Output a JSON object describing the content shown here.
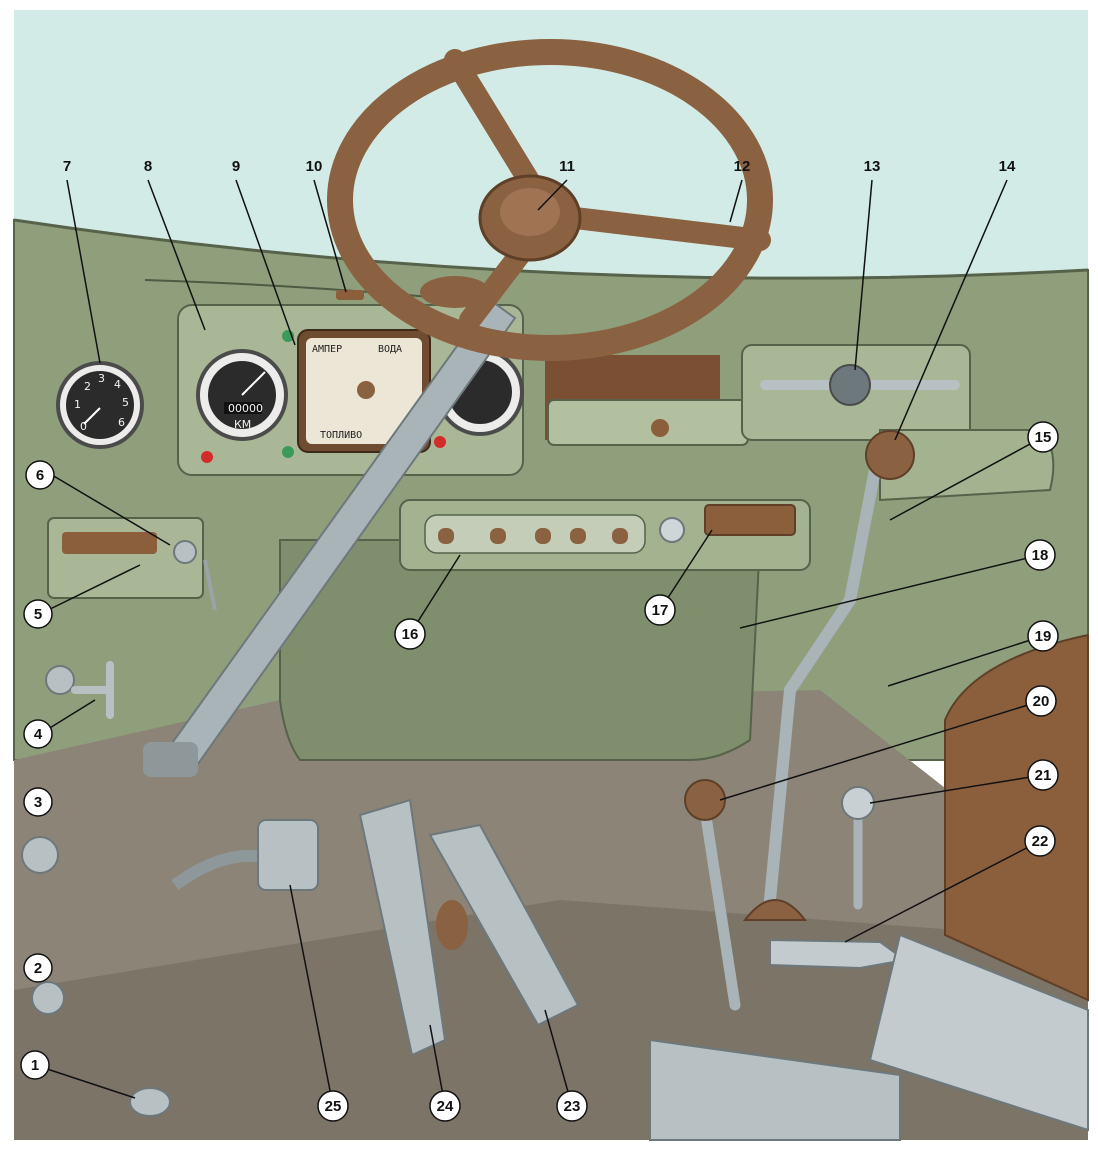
{
  "colors": {
    "windshield": "#d3ebe6",
    "panel": "#8f9f7c",
    "panel_dark": "#6e7e5d",
    "panel_light": "#a9b796",
    "floor": "#8b8477",
    "floor_dark": "#6f695d",
    "wheel": "#8a6141",
    "wheel_dark": "#5e3f27",
    "metal": "#a9b4b8",
    "metal_dark": "#6d787c",
    "seat": "#8b5e3c",
    "badge_bg": "#ffffff",
    "ink": "#111111"
  },
  "gauges": {
    "tach_digits": [
      "0",
      "1",
      "2",
      "3",
      "4",
      "5",
      "6"
    ],
    "odometer": "00000",
    "odometer_unit": "КМ",
    "label_ammeter": "АМПЕР",
    "label_water": "ВОДА",
    "label_fuel": "ТОПЛИВО"
  },
  "callouts": [
    "1",
    "2",
    "3",
    "4",
    "5",
    "6",
    "7",
    "8",
    "9",
    "10",
    "11",
    "12",
    "13",
    "14",
    "15",
    "16",
    "17",
    "18",
    "19",
    "20",
    "21",
    "22",
    "23",
    "24",
    "25"
  ]
}
